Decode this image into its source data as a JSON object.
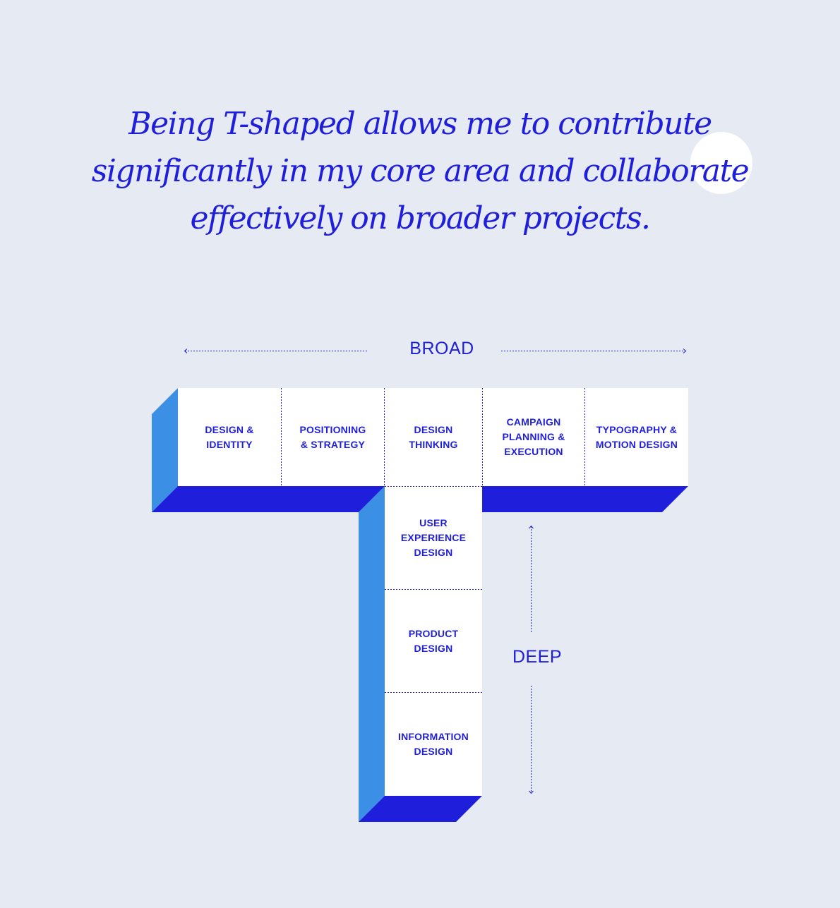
{
  "headline": "Being T-shaped allows me to contribute significantly in my core area and collaborate effectively on broader projects.",
  "axis": {
    "broad": "BROAD",
    "deep": "DEEP"
  },
  "broad_skills": [
    "DESIGN &\nIDENTITY",
    "POSITIONING\n& STRATEGY",
    "DESIGN\nTHINKING",
    "CAMPAIGN\nPLANNING &\nEXECUTION",
    "TYPOGRAPHY &\nMOTION DESIGN"
  ],
  "deep_skills": [
    "USER\nEXPERIENCE\nDESIGN",
    "PRODUCT\nDESIGN",
    "INFORMATION\nDESIGN"
  ],
  "colors": {
    "ink": "#1f1fdb",
    "side_face": "#3b8fe4",
    "bottom_face": "#1f1fdb",
    "card": "#ffffff",
    "background": "#e6eaf3"
  }
}
